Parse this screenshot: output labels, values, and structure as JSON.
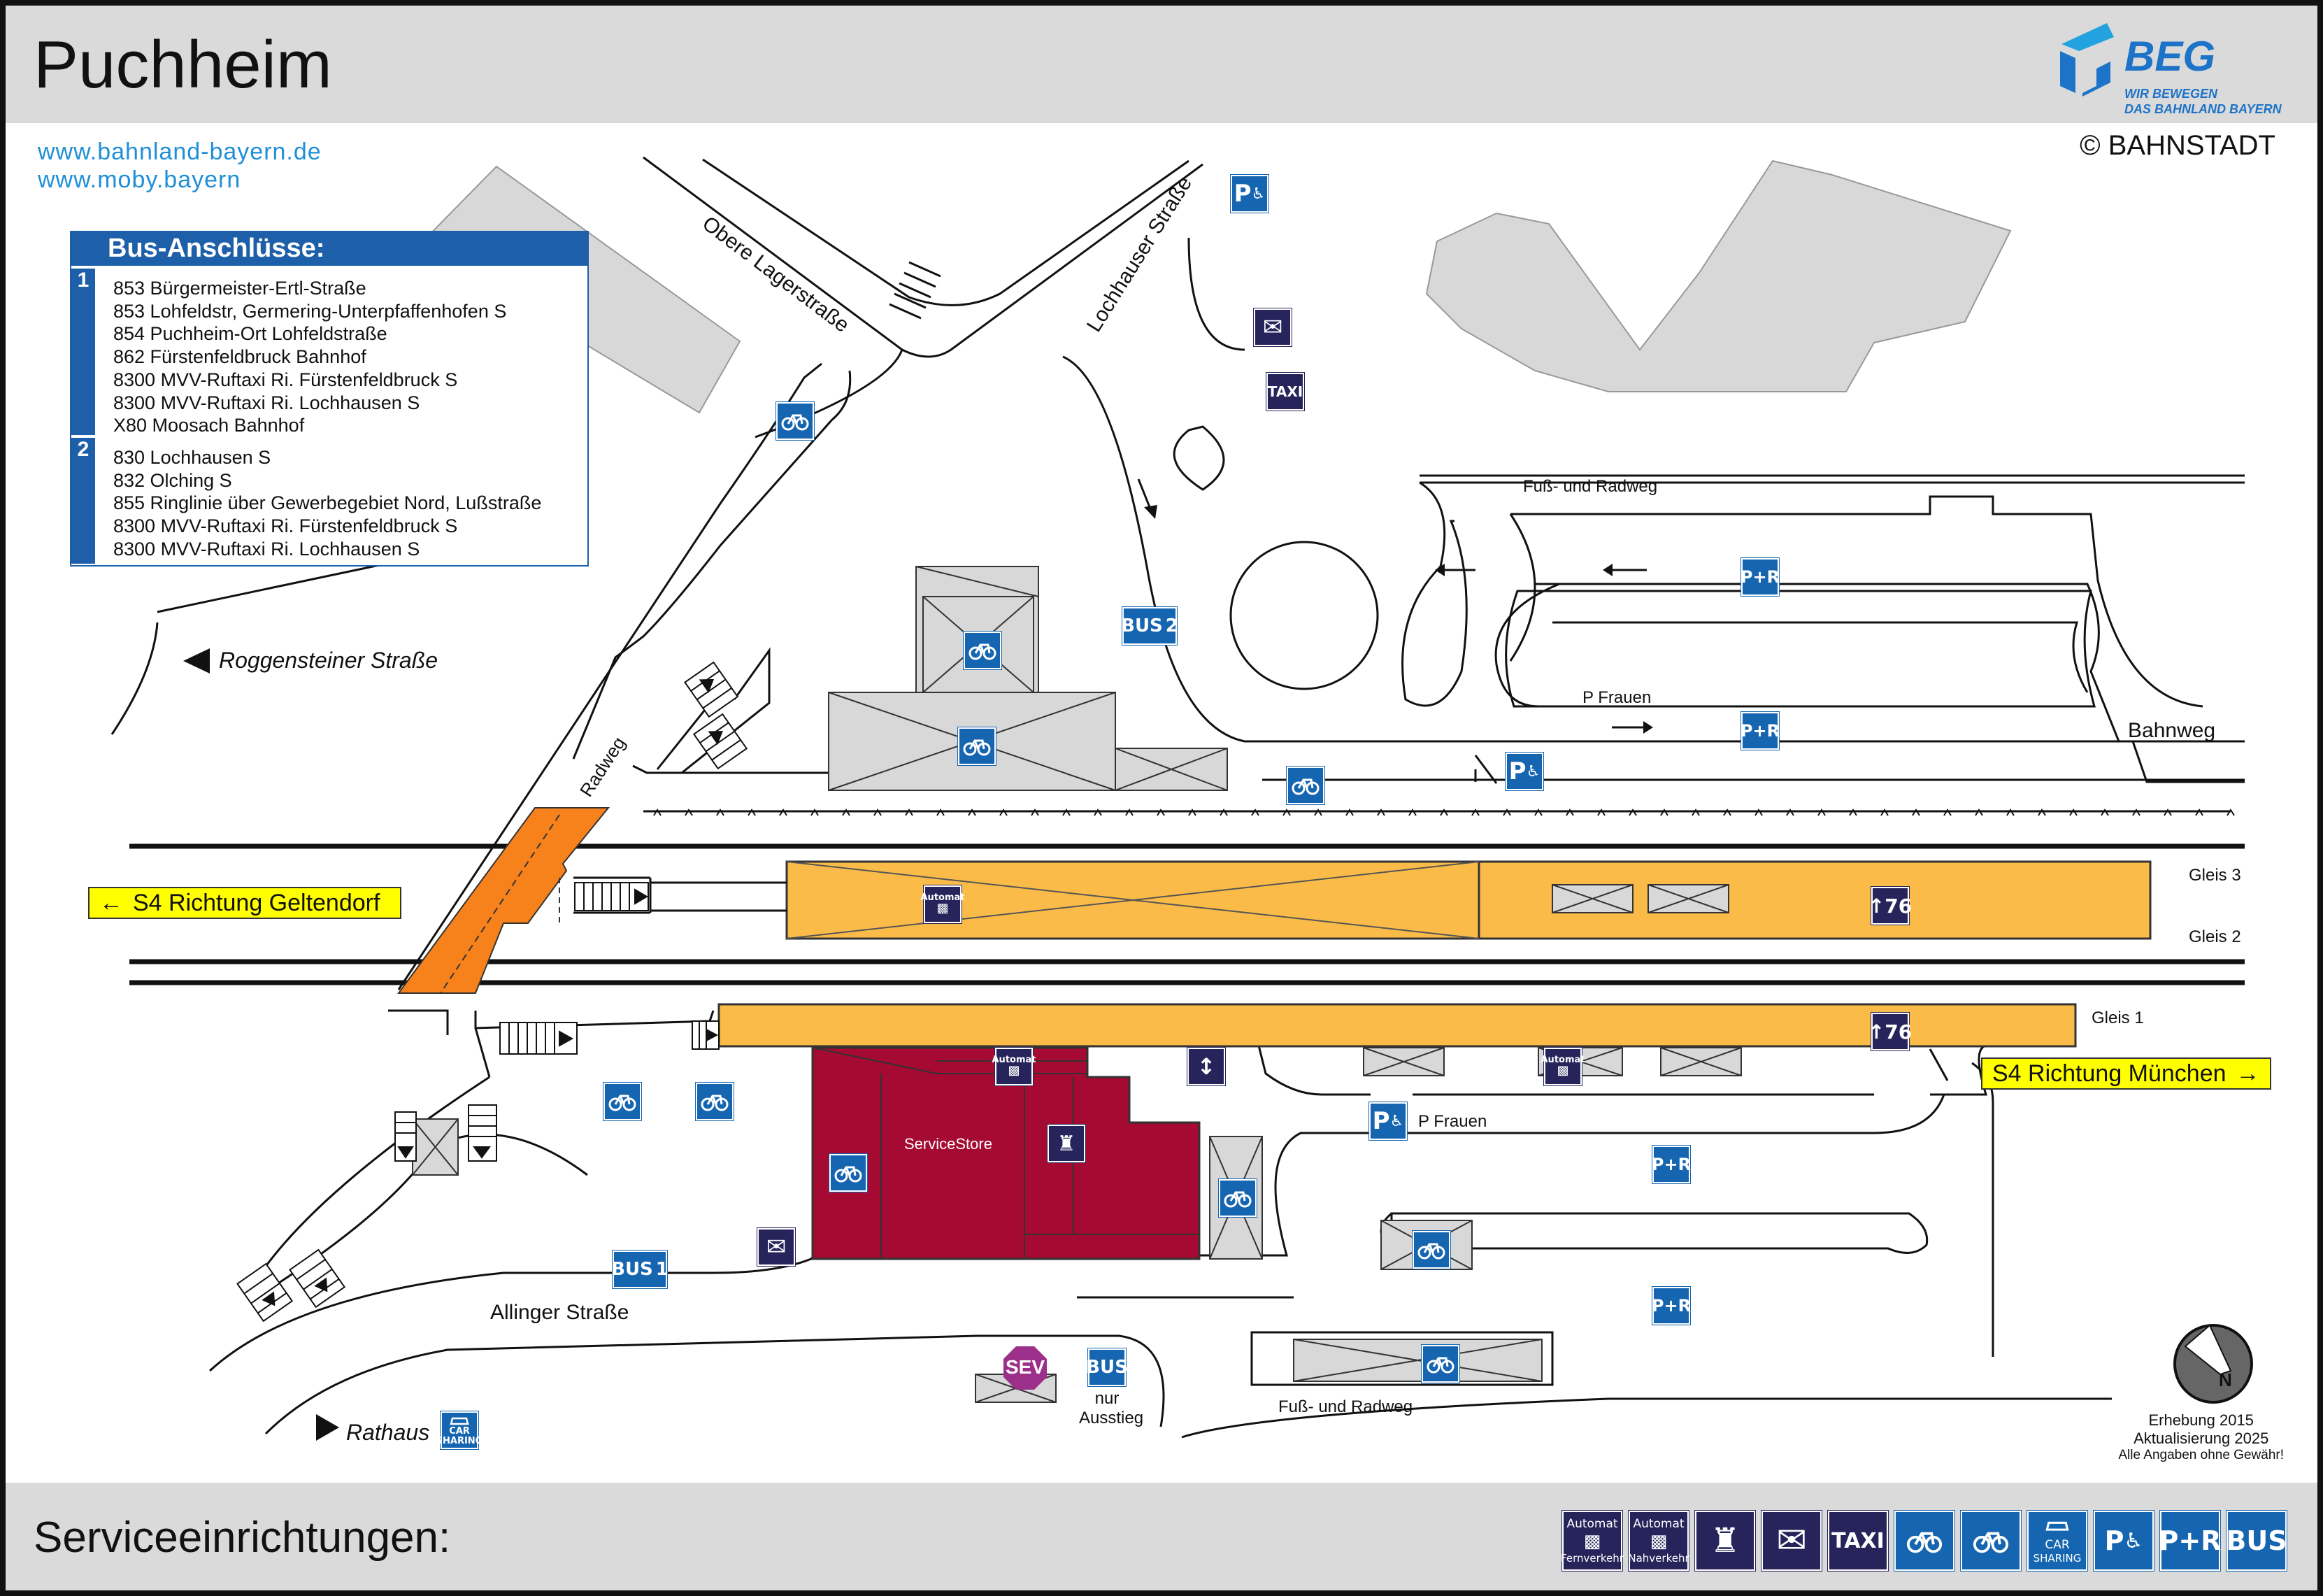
{
  "header": {
    "title": "Puchheim",
    "links": [
      "www.bahnland-bayern.de",
      "www.moby.bayern"
    ],
    "copyright": "© BAHNSTADT",
    "logo": {
      "name": "BEG",
      "tagline1": "WIR BEWEGEN",
      "tagline2": "DAS BAHNLAND BAYERN"
    }
  },
  "bus_connections": {
    "heading": "Bus-Anschlüsse:",
    "groups": [
      {
        "id": "1",
        "lines": [
          "853 Bürgermeister-Ertl-Straße",
          "853 Lohfeldstr, Germering-Unterpfaffenhofen S",
          "854 Puchheim-Ort Lohfeldstraße",
          "862 Fürstenfeldbruck Bahnhof",
          "8300 MVV-Ruftaxi Ri. Fürstenfeldbruck S",
          "8300 MVV-Ruftaxi Ri. Lochhausen S",
          "X80 Moosach Bahnhof"
        ]
      },
      {
        "id": "2",
        "lines": [
          "830 Lochhausen S",
          "832 Olching S",
          "855 Ringlinie über Gewerbegebiet Nord, Lußstraße",
          "8300 MVV-Ruftaxi Ri. Fürstenfeldbruck S",
          "8300 MVV-Ruftaxi Ri. Lochhausen S"
        ]
      }
    ]
  },
  "streets": {
    "obere_lager": "Obere Lagerstraße",
    "lochhauser": "Lochhauser Straße",
    "roggensteiner": "Roggensteiner Straße",
    "radweg": "Radweg",
    "fuss_rad_top": "Fuß- und Radweg",
    "fuss_rad_bottom": "Fuß- und Radweg",
    "bahnweg": "Bahnweg",
    "allinger": "Allinger Straße",
    "rathaus": "Rathaus"
  },
  "labels": {
    "p_frauen_top": "P Frauen",
    "p_frauen_bottom": "P Frauen",
    "gleis3": "Gleis 3",
    "gleis2": "Gleis 2",
    "gleis1": "Gleis 1",
    "s4_west": "S4 Richtung Geltendorf",
    "s4_east": "S4 Richtung München",
    "servicestore": "ServiceStore",
    "nur_ausstieg_1": "nur",
    "nur_ausstieg_2": "Ausstieg",
    "sev": "SEV",
    "platform_height_1": "76",
    "platform_height_2": "76",
    "bus_stop_1": "1",
    "bus_stop_2": "2"
  },
  "icons": {
    "bus": "BUS",
    "pr": "P+R",
    "park": "P",
    "taxi": "TAXI",
    "mail": "✉",
    "automat": "Automat",
    "car_sharing_1": "CAR",
    "car_sharing_2": "SHARING"
  },
  "footer_note": {
    "line1": "Erhebung 2015",
    "line2": "Aktualisierung 2025",
    "line3": "Alle Angaben ohne Gewähr!"
  },
  "compass": "N",
  "service_legend": {
    "title": "Serviceeinrichtungen:",
    "items": [
      {
        "icon": "automat-fernverkehr-icon",
        "top": "Automat",
        "bottom": "Fernverkehr"
      },
      {
        "icon": "automat-nahverkehr-icon",
        "top": "Automat",
        "bottom": "Nahverkehr"
      },
      {
        "icon": "service-counter-icon"
      },
      {
        "icon": "mailbox-icon"
      },
      {
        "icon": "taxi-icon",
        "text": "TAXI"
      },
      {
        "icon": "bike-parking-covered-icon"
      },
      {
        "icon": "bike-parking-icon"
      },
      {
        "icon": "car-sharing-icon",
        "top": "CAR",
        "bottom": "SHARING"
      },
      {
        "icon": "disabled-parking-icon",
        "text": "P"
      },
      {
        "icon": "park-and-ride-icon",
        "text": "P+R"
      },
      {
        "icon": "bus-icon",
        "text": "BUS"
      }
    ]
  },
  "colors": {
    "header_bg": "#dadada",
    "icon_blue": "#1565b0",
    "icon_dark": "#27245c",
    "platform": "#fbbb48",
    "servicestore": "#a50a32",
    "bridge": "#f7821b",
    "sign_yellow": "#ffff00",
    "building_gray": "#d8d8d8",
    "sev_purple": "#9c2f8a",
    "link_blue": "#1f8fd6"
  }
}
